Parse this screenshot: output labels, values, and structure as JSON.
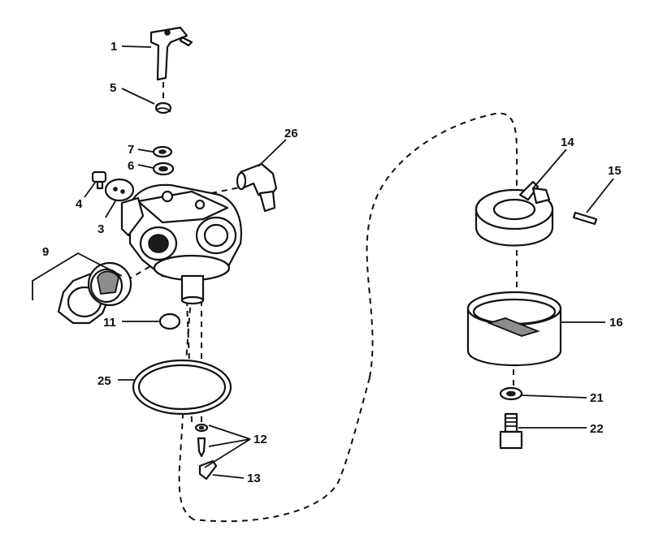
{
  "diagram": {
    "callouts": [
      {
        "id": "p1",
        "text": "1"
      },
      {
        "id": "p3",
        "text": "3"
      },
      {
        "id": "p4",
        "text": "4"
      },
      {
        "id": "p5",
        "text": "5"
      },
      {
        "id": "p6",
        "text": "6"
      },
      {
        "id": "p7",
        "text": "7"
      },
      {
        "id": "p9",
        "text": "9"
      },
      {
        "id": "p11",
        "text": "11"
      },
      {
        "id": "p12",
        "text": "12"
      },
      {
        "id": "p13",
        "text": "13"
      },
      {
        "id": "p14",
        "text": "14"
      },
      {
        "id": "p15",
        "text": "15"
      },
      {
        "id": "p16",
        "text": "16"
      },
      {
        "id": "p21",
        "text": "21"
      },
      {
        "id": "p22",
        "text": "22"
      },
      {
        "id": "p25",
        "text": "25"
      },
      {
        "id": "p26",
        "text": "26"
      }
    ],
    "colors": {
      "ink": "#111111",
      "shade": "#8d8d8d",
      "paper": "#ffffff"
    }
  }
}
